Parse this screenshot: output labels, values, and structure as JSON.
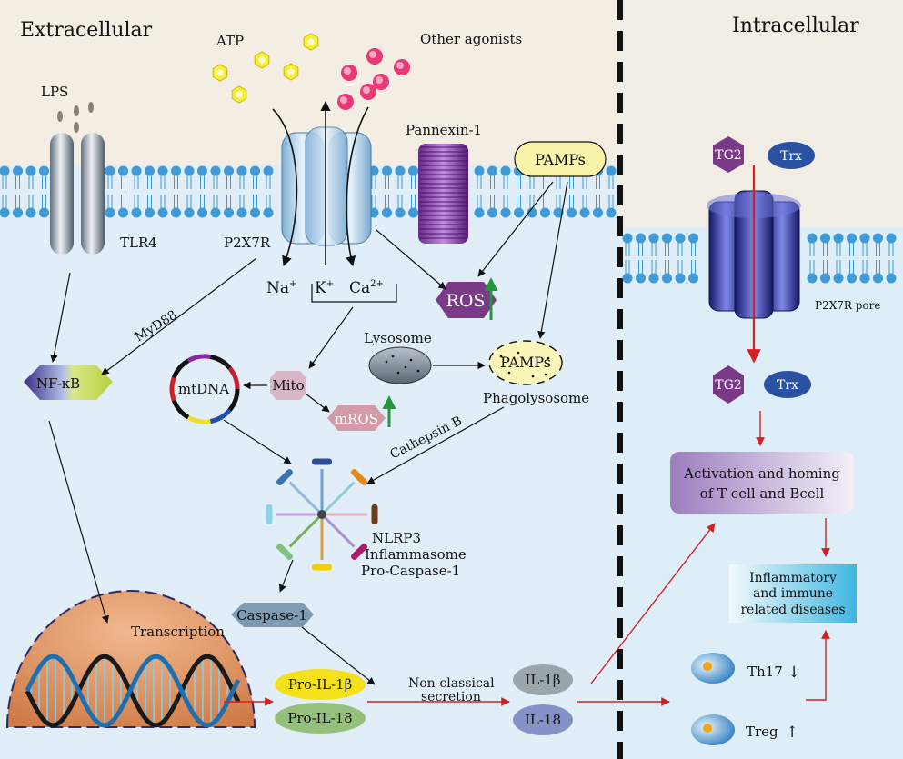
{
  "sections": {
    "left_title": "Extracellular",
    "right_title": "Intracellular"
  },
  "ligands": {
    "atp": "ATP",
    "other_agonists": "Other agonists",
    "lps": "LPS"
  },
  "receptors": {
    "tlr4": "TLR4",
    "p2x7r": "P2X7R",
    "pannexin": "Pannexin-1",
    "pamps_top": "PAMPs",
    "p2x7r_pore": "P2X7R pore"
  },
  "ions": {
    "na": "Na",
    "na_sup": "+",
    "k": "K",
    "k_sup": "+",
    "ca": "Ca",
    "ca_sup": "2+"
  },
  "nodes": {
    "ros": "ROS",
    "myd88": "MyD88",
    "nfkb": "NF-κB",
    "lysosome": "Lysosome",
    "pamps_inner": "PAMPs",
    "phagolysosome": "Phagolysosome",
    "mtdna": "mtDNA",
    "mito": "Mito",
    "mros": "mROS",
    "cathepsin_b": "Cathepsin B",
    "nlrp3_line1": "NLRP3",
    "nlrp3_line2": "Inflammasome",
    "nlrp3_line3": "Pro-Caspase-1",
    "caspase1": "Caspase-1",
    "transcription": "Transcription",
    "pro_il1b": "Pro-IL-1β",
    "pro_il18": "Pro-IL-18",
    "nonclassical_1": "Non-classical",
    "nonclassical_2": "secretion",
    "il1b": "IL-1β",
    "il18": "IL-18"
  },
  "intracellular": {
    "tg2_top": "TG2",
    "trx_top": "Trx",
    "tg2_bottom": "TG2",
    "trx_bottom": "Trx",
    "activation_1": "Activation and homing",
    "activation_2": "of T cell and Bcell",
    "inflam_1": "Inflammatory",
    "inflam_2": "and immune",
    "inflam_3": "related diseases",
    "th17": "Th17",
    "th17_arrow": "↓",
    "treg": "Treg",
    "treg_arrow": "↑"
  },
  "colors": {
    "extracellular_bg": "#f3ede4",
    "intracellular_bg": "#ddeef9",
    "membrane_head": "#3f9ad6",
    "red_arrow": "#d62020",
    "green_arrow": "#1f9a3a",
    "ros_fill": "#7b3a88",
    "pannexin": "#8a3aa8"
  }
}
